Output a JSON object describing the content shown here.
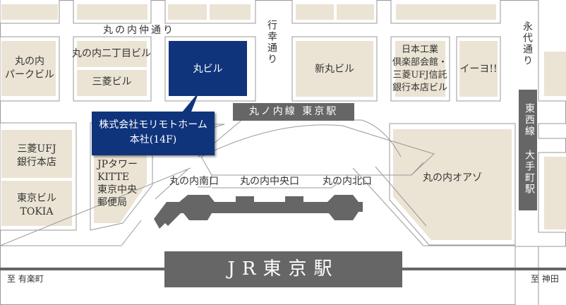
{
  "map": {
    "colors": {
      "building_fill": "#ebe4d4",
      "building_outline": "#999999",
      "highlight_fill": "#10347c",
      "station_fill": "#666666",
      "rail_line": "#666666",
      "background": "#ffffff"
    },
    "streets": {
      "marunouchi_naka_dori": "丸の内仲通り",
      "gyoko_dori": "行幸通り",
      "eitai_dori": "永代通り"
    },
    "buildings": {
      "marunouchi_park": "丸の内\nパークビル",
      "marunouchi_2chome": "丸の内二丁目ビル",
      "mitsubishi": "三菱ビル",
      "maru_building": "丸ビル",
      "shin_maru": "新丸ビル",
      "nihon_kogyo": "日本工業\n倶楽部会館・\n三菱UFJ信託\n銀行本店ビル",
      "iiyo": "イーヨ!!",
      "mufg_honten": "三菱UFJ\n銀行本店",
      "tokia": "東京ビル\nTOKIA",
      "kitte": "JPタワー\nKITTE\n東京中央\n郵便局",
      "oazo": "丸の内オアゾ"
    },
    "callout": {
      "company": "株式会社モリモトホーム",
      "office": "本社(14F)"
    },
    "stations": {
      "marunouchi_line": "丸ノ内線 東京駅",
      "tozai_line": "東西線 大手町駅",
      "jr_tokyo": "JR東京駅"
    },
    "exits": {
      "south": "丸の内南口",
      "central": "丸の内中央口",
      "north": "丸の内北口"
    },
    "directions": {
      "west": "至 有楽町",
      "east": "至 神田"
    }
  }
}
